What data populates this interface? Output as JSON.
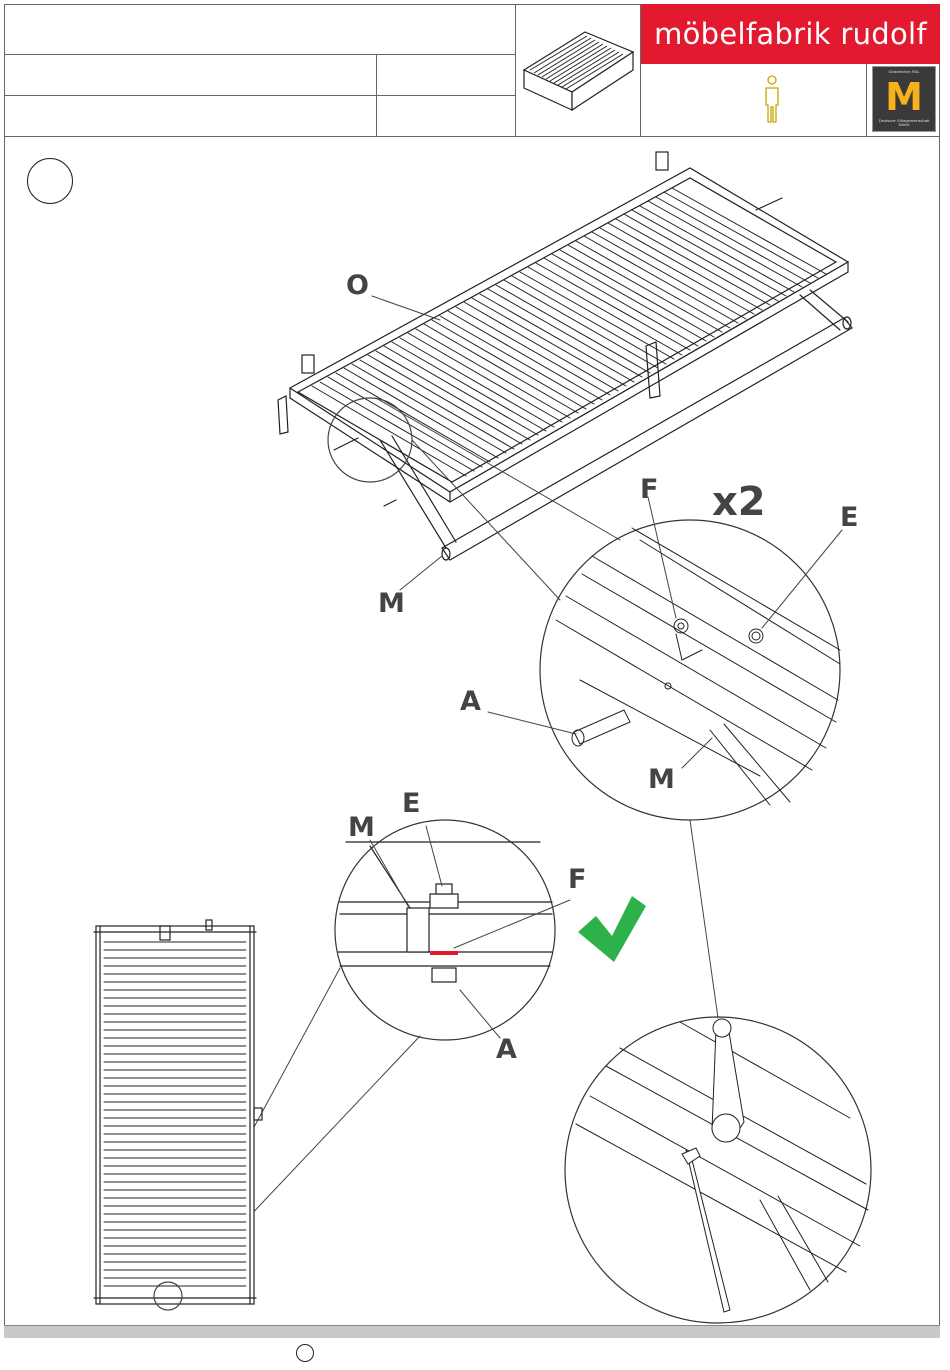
{
  "header": {
    "brand_name": "möbelfabrik rudolf",
    "brand_color": "#e3192f",
    "people_icon": "person-icon",
    "seal": {
      "top_text": "Gütezeichen RAL",
      "letter": "M",
      "bottom_text": "Deutsche Gütegemeinschaft Möbel",
      "icon": "quality-seal-icon"
    }
  },
  "labels": {
    "frame": "O",
    "support_leg": "M",
    "washer": "F",
    "nut": "E",
    "quantity": "x2",
    "bolt": "A",
    "detail_m": "M",
    "detail_e": "E",
    "detail_f": "F",
    "detail_a": "A"
  },
  "check_icon": "checkmark-icon",
  "check_color": "#2db24a",
  "accent_red": "#e3192f"
}
